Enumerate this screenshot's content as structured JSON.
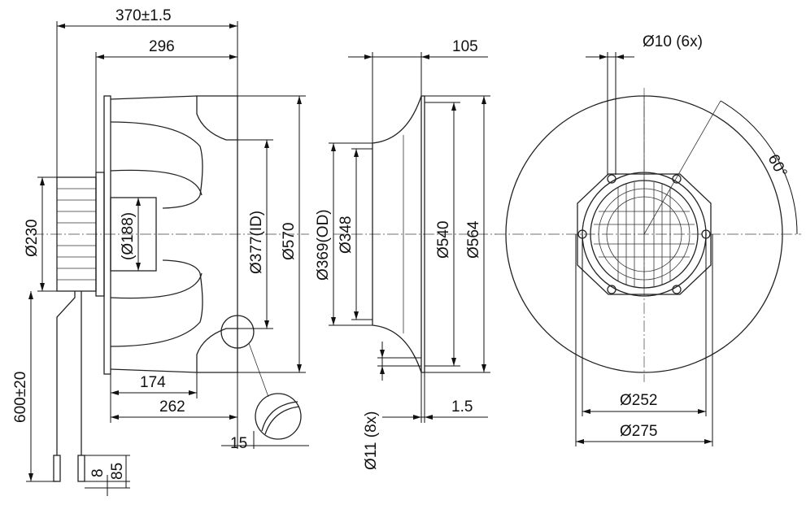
{
  "colors": {
    "line": "#111111",
    "background": "#ffffff"
  },
  "dimensions": {
    "overall_length": "370±1.5",
    "body_length": "296",
    "motor_diameter": "Ø230",
    "hub_diameter": "(Ø188)",
    "inner_diameter": "Ø377(ID)",
    "wheel_diameter": "Ø570",
    "length_174": "174",
    "length_262": "262",
    "cable_length": "600±20",
    "lead_8": "8",
    "lead_85": "85",
    "detail_15": "15",
    "nozzle_depth": "105",
    "outer_diameter": "Ø369(OD)",
    "nozzle_348": "Ø348",
    "flange_540": "Ø540",
    "flange_564": "Ø564",
    "flange_thickness": "1.5",
    "flange_holes": "Ø11 (8x)",
    "mount_holes": "Ø10 (6x)",
    "angle": "60°",
    "bolt_circle_252": "Ø252",
    "bolt_circle_275": "Ø275"
  }
}
